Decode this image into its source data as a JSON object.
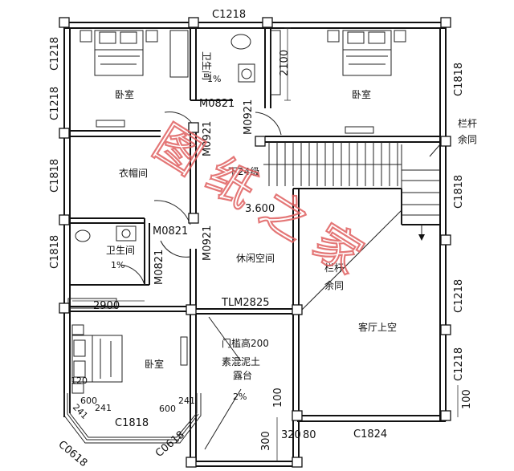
{
  "window_labels": {
    "top": "C1218",
    "left_upper": "C1218",
    "left_mid": "C1218",
    "left_lower": "C1818",
    "left_bottom": "C1818",
    "right_upper": "C1818",
    "right_mid": "C1818",
    "right_lower1": "C1218",
    "right_lower2": "C1218",
    "bottom_right": "C1824",
    "bay_front": "C1818",
    "bay_left": "C0618",
    "bay_right": "C0618"
  },
  "door_labels": {
    "bath_top": "M0821",
    "bath_top_side": "M0921",
    "closet": "M0921",
    "bath_left": "M0821",
    "bath_left_side": "M0821",
    "hall": "M0921",
    "terrace": "TLM2825"
  },
  "rooms": {
    "bedroom_nw": "卧室",
    "bedroom_ne": "卧室",
    "bath_top": "卫生间",
    "bath_top_slope": "1%",
    "closet": "衣帽间",
    "bath_left": "卫生间",
    "bath_left_slope": "1%",
    "leisure": "休闲空间",
    "bedroom_sw": "卧室",
    "terrace_line1": "素混泥土",
    "terrace_line2": "露台",
    "terrace_note": "门槛高200",
    "terrace_slope": "2%",
    "living_void": "客厅上空",
    "rail_line1": "栏杆",
    "rail_line2": "余同",
    "rail_right_line1": "栏杆",
    "rail_right_line2": "余同",
    "stair_down": "下24级",
    "level": "3.600"
  },
  "dims": {
    "bath_top_height": "2100",
    "closet_width": "2900",
    "bay_seg1": "241",
    "bay_seg2": "600",
    "bay_seg3": "241",
    "bay_seg4": "600",
    "bay_seg5": "241",
    "bay_side": "120",
    "terrace_side": "100",
    "terrace_bottom": "300",
    "terrace_corner": "320",
    "terrace_corner2": "80",
    "right_edge": "100"
  },
  "watermark": "图纸之家"
}
